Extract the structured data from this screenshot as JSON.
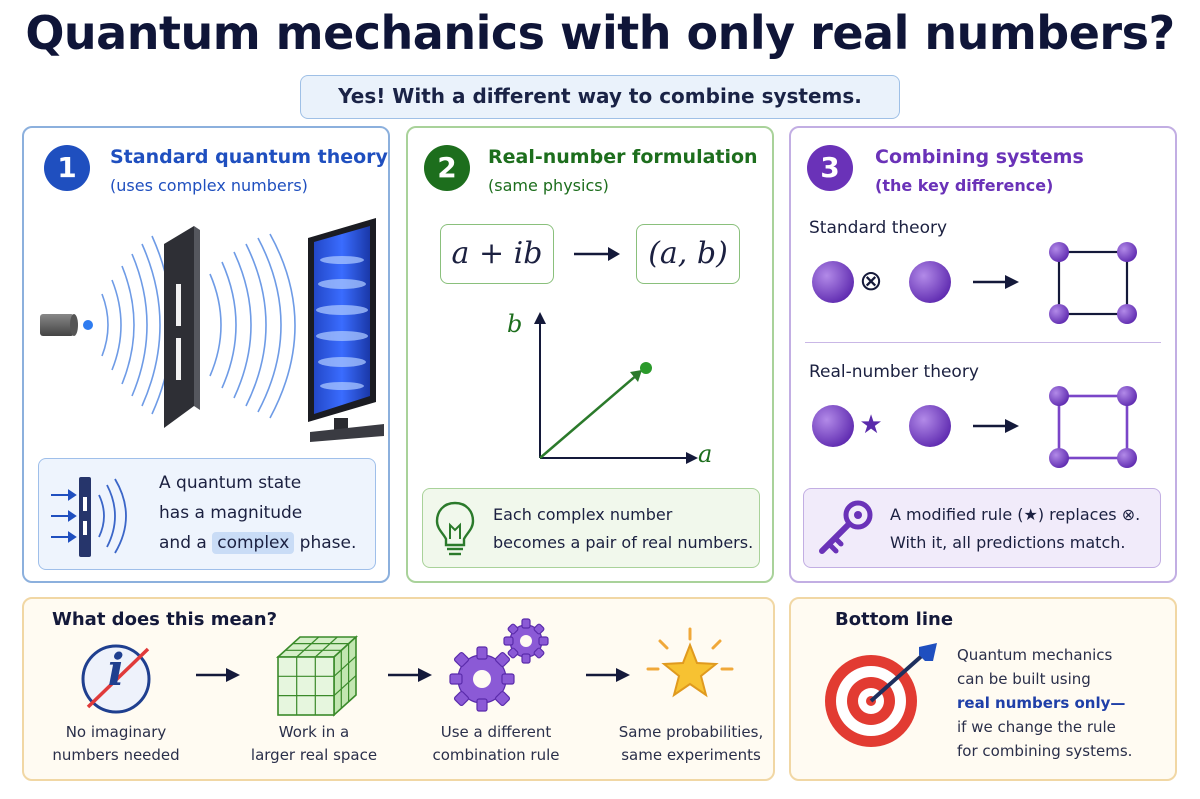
{
  "title": "Quantum mechanics with only real numbers?",
  "subtitle": "Yes! With a different way to combine systems.",
  "panel1": {
    "number": "1",
    "title": "Standard quantum theory",
    "subtitle": "(uses complex numbers)",
    "info_line1": "A quantum state",
    "info_line2": "has a magnitude",
    "info_line3_pre": "and a",
    "info_line3_highlight": "complex",
    "info_line3_post": "phase."
  },
  "panel2": {
    "number": "2",
    "title": "Real-number formulation",
    "subtitle": "(same physics)",
    "complex_expr": "a + ib",
    "pair_expr": "(a, b)",
    "axis_y": "b",
    "axis_x": "a",
    "info_line1": "Each complex number",
    "info_line2": "becomes a pair of real numbers."
  },
  "panel3": {
    "number": "3",
    "title": "Combining systems",
    "subtitle": "(the key difference)",
    "standard_label": "Standard theory",
    "standard_operator": "⊗",
    "real_label": "Real-number theory",
    "real_operator": "★",
    "info_line1": "A modified rule (★) replaces ⊗.",
    "info_line2": "With it, all predictions match."
  },
  "meaning": {
    "title": "What does this mean?",
    "imaginary_symbol": "i",
    "steps": [
      {
        "line1": "No imaginary",
        "line2": "numbers needed"
      },
      {
        "line1": "Work in a",
        "line2": "larger real space"
      },
      {
        "line1": "Use a different",
        "line2": "combination rule"
      },
      {
        "line1": "Same probabilities,",
        "line2": "same experiments"
      }
    ]
  },
  "bottom_line": {
    "title": "Bottom line",
    "line1": "Quantum mechanics",
    "line2": "can be built using",
    "line3": "real numbers only—",
    "line4": "if we change the rule",
    "line5": "for combining systems."
  },
  "colors": {
    "blue": "#1f4fbf",
    "green": "#1d6e1d",
    "purple": "#6a32b8",
    "orange": "#e8a534",
    "navy": "#0f1538"
  }
}
